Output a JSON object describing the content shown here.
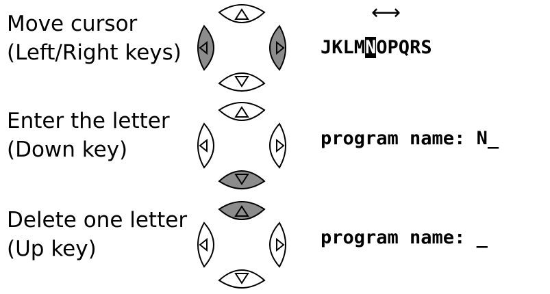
{
  "rows": [
    {
      "line1": "Move cursor",
      "line2": "(Left/Right keys)",
      "highlight": [
        "left",
        "right"
      ],
      "arrow": "⟷",
      "letters_before": "JKLM",
      "letter_selected": "N",
      "letters_after": "OPQRS"
    },
    {
      "line1": "Enter the letter",
      "line2": "(Down key)",
      "highlight": [
        "down"
      ],
      "display": "program name: N_"
    },
    {
      "line1": "Delete one letter",
      "line2": "(Up key)",
      "highlight": [
        "up"
      ],
      "display": "program name: _"
    }
  ],
  "colors": {
    "pressed": "#8c8c8c",
    "unpressed": "#ffffff",
    "stroke": "#000000"
  }
}
